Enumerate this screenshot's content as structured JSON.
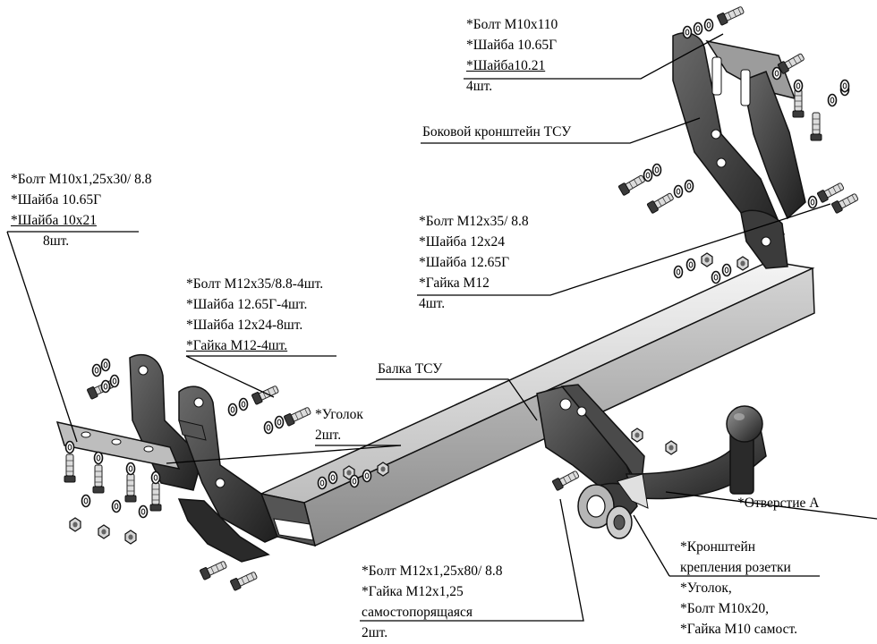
{
  "labels": {
    "side_bolts": [
      "*Болт М10х110",
      "*Шайба 10.65Г",
      "*Шайба10.21",
      "4шт."
    ],
    "side_bracket": "Боковой кронштейн ТСУ",
    "left_bolts": [
      "*Болт М10х1,25х30/ 8.8",
      "*Шайба 10.65Г",
      "*Шайба 10х21",
      "8шт."
    ],
    "right_bolts": [
      "*Болт М12х35/ 8.8",
      "*Шайба 12х24",
      "*Шайба 12.65Г",
      "*Гайка М12",
      "4шт."
    ],
    "center_bolts": [
      "*Болт М12х35/8.8-4шт.",
      "*Шайба 12.65Г-4шт.",
      "*Шайба 12х24-8шт.",
      "*Гайка М12-4шт."
    ],
    "corner": [
      "*Уголок",
      "2шт."
    ],
    "beam": "Балка ТСУ",
    "hole": "*Отверстие  А",
    "socket_bracket": [
      "*Кронштейн",
      "крепления розетки",
      "*Уголок,",
      "*Болт М10х20,",
      "*Гайка М10 самост."
    ],
    "bottom_bolts": [
      "*Болт М12х1,25х80/ 8.8",
      "*Гайка М12х1,25",
      "самостопорящаяся",
      "2шт."
    ]
  }
}
